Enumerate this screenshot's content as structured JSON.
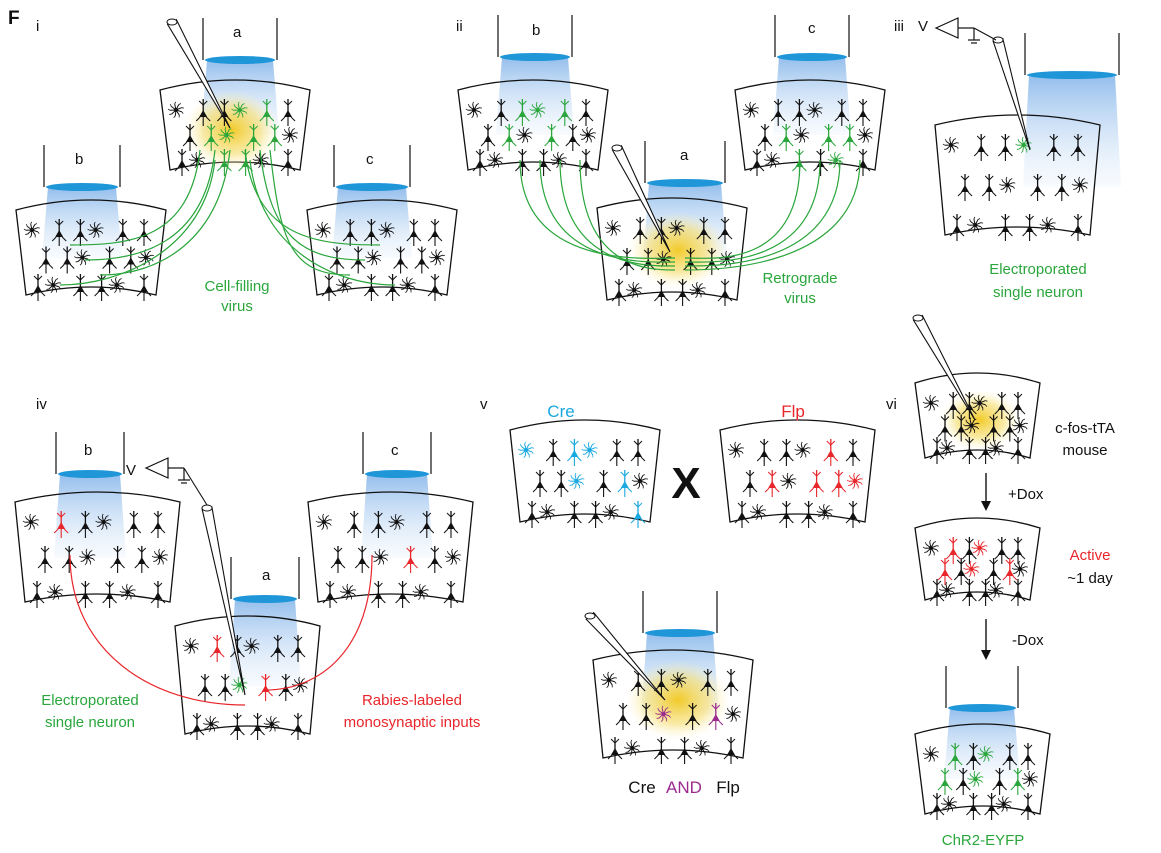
{
  "figure": {
    "letter": "F",
    "colors": {
      "green": "#2aa63c",
      "red": "#e8262b",
      "cyan": "#1aa8e0",
      "purple": "#9a2a8f",
      "blue_cap": "#1e96d8",
      "glow": "#f5d84a",
      "ink": "#111111"
    },
    "panels": {
      "i": {
        "label": "i",
        "regions": [
          "a",
          "b",
          "c"
        ],
        "caption_line1": "Cell-filling",
        "caption_line2": "virus"
      },
      "ii": {
        "label": "ii",
        "regions": [
          "b",
          "c",
          "a"
        ],
        "caption_line1": "Retrograde",
        "caption_line2": "virus"
      },
      "iii": {
        "label": "iii",
        "voltage": "V",
        "caption_line1": "Electroporated",
        "caption_line2": "single neuron"
      },
      "iv": {
        "label": "iv",
        "regions": [
          "b",
          "c",
          "a"
        ],
        "voltage": "V",
        "left_line1": "Electroporated",
        "left_line2": "single neuron",
        "right_line1": "Rabies-labeled",
        "right_line2": "monosynaptic inputs"
      },
      "v": {
        "label": "v",
        "cre": "Cre",
        "flp": "Flp",
        "cross": "X",
        "bottom_a": "Cre",
        "bottom_and": "AND",
        "bottom_b": "Flp"
      },
      "vi": {
        "label": "vi",
        "mouse_line1": "c-fos-tTA",
        "mouse_line2": "mouse",
        "plus_dox": "+Dox",
        "active": "Active",
        "duration": "~1 day",
        "minus_dox": "-Dox",
        "construct": "ChR2-EYFP"
      }
    }
  }
}
